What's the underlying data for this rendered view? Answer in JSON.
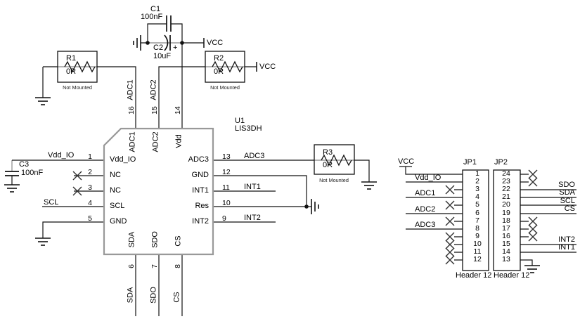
{
  "parts": {
    "c1": {
      "ref": "C1",
      "value": "100nF"
    },
    "c2": {
      "ref": "C2",
      "value": "10uF",
      "polarity": "+"
    },
    "c3": {
      "ref": "C3",
      "value": "100nF"
    },
    "r1": {
      "ref": "R1",
      "value": "0R",
      "note": "Not Mounted"
    },
    "r2": {
      "ref": "R2",
      "value": "0R",
      "note": "Not Mounted"
    },
    "r3": {
      "ref": "R3",
      "value": "0R",
      "note": "Not Mounted"
    },
    "u1": {
      "ref": "U1",
      "device": "LIS3DH"
    }
  },
  "power": {
    "vcc": "VCC"
  },
  "ic_pins": {
    "left_names": [
      "Vdd_IO",
      "NC",
      "NC",
      "SCL",
      "GND"
    ],
    "left_nums": [
      "1",
      "2",
      "3",
      "4",
      "5"
    ],
    "right_names": [
      "ADC3",
      "GND",
      "INT1",
      "Res",
      "INT2"
    ],
    "right_nums": [
      "13",
      "12",
      "11",
      "10",
      "9"
    ],
    "top_names": [
      "ADC1",
      "ADC2",
      "Vdd"
    ],
    "top_nums": [
      "16",
      "15",
      "14"
    ],
    "bottom_names": [
      "SDA",
      "SDO",
      "CS"
    ],
    "bottom_nums": [
      "6",
      "7",
      "8"
    ]
  },
  "net_labels": {
    "vdd_io": "Vdd_IO",
    "scl": "SCL",
    "adc1": "ADC1",
    "adc2": "ADC2",
    "adc3": "ADC3",
    "int1": "INT1",
    "int2": "INT2",
    "sda": "SDA",
    "sdo": "SDO",
    "cs": "CS"
  },
  "jp1": {
    "ref": "JP1",
    "type": "Header 12",
    "nums": [
      "1",
      "2",
      "3",
      "4",
      "5",
      "6",
      "7",
      "8",
      "9",
      "10",
      "11",
      "12"
    ],
    "wire_labels": [
      "Vdd_IO",
      "ADC1",
      "ADC2",
      "ADC3"
    ]
  },
  "jp2": {
    "ref": "JP2",
    "type": "Header 12",
    "nums": [
      "24",
      "23",
      "22",
      "21",
      "20",
      "19",
      "18",
      "17",
      "16",
      "15",
      "14",
      "13"
    ],
    "wire_labels": [
      "SDO",
      "SDA",
      "SCL",
      "CS",
      "INT2",
      "INT1"
    ]
  }
}
